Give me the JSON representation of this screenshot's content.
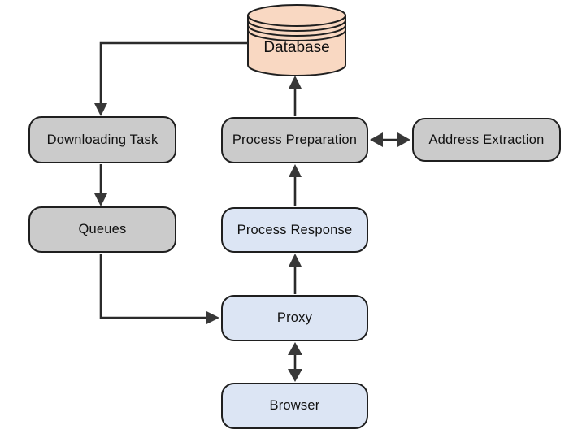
{
  "diagram": {
    "nodes": {
      "database": {
        "label": "Database",
        "shape": "cylinder",
        "fill": "#f9d8c2"
      },
      "downloading_task": {
        "label": "Downloading Task",
        "shape": "rounded-rectangle",
        "fill": "#cbcbcb"
      },
      "process_preparation": {
        "label": "Process Preparation",
        "shape": "rounded-rectangle",
        "fill": "#cbcbcb"
      },
      "address_extraction": {
        "label": "Address Extraction",
        "shape": "rounded-rectangle",
        "fill": "#cbcbcb"
      },
      "queues": {
        "label": "Queues",
        "shape": "rounded-rectangle",
        "fill": "#cbcbcb"
      },
      "process_response": {
        "label": "Process Response",
        "shape": "rounded-rectangle",
        "fill": "#dce5f4"
      },
      "proxy": {
        "label": "Proxy",
        "shape": "rounded-rectangle",
        "fill": "#dce5f4"
      },
      "browser": {
        "label": "Browser",
        "shape": "rounded-rectangle",
        "fill": "#dce5f4"
      }
    },
    "edges": [
      {
        "from": "database",
        "to": "downloading_task",
        "direction": "one-way"
      },
      {
        "from": "downloading_task",
        "to": "queues",
        "direction": "one-way"
      },
      {
        "from": "queues",
        "to": "proxy",
        "direction": "one-way"
      },
      {
        "from": "proxy",
        "to": "process_response",
        "direction": "one-way"
      },
      {
        "from": "process_response",
        "to": "process_preparation",
        "direction": "one-way"
      },
      {
        "from": "process_preparation",
        "to": "database",
        "direction": "one-way"
      },
      {
        "from": "process_preparation",
        "to": "address_extraction",
        "direction": "two-way"
      },
      {
        "from": "proxy",
        "to": "browser",
        "direction": "two-way"
      }
    ],
    "colors": {
      "node_gray": "#cbcbcb",
      "node_blue": "#dce5f4",
      "database_peach": "#f9d8c2",
      "border": "#1f1f1f",
      "arrow": "#383838",
      "background": "#ffffff"
    }
  }
}
